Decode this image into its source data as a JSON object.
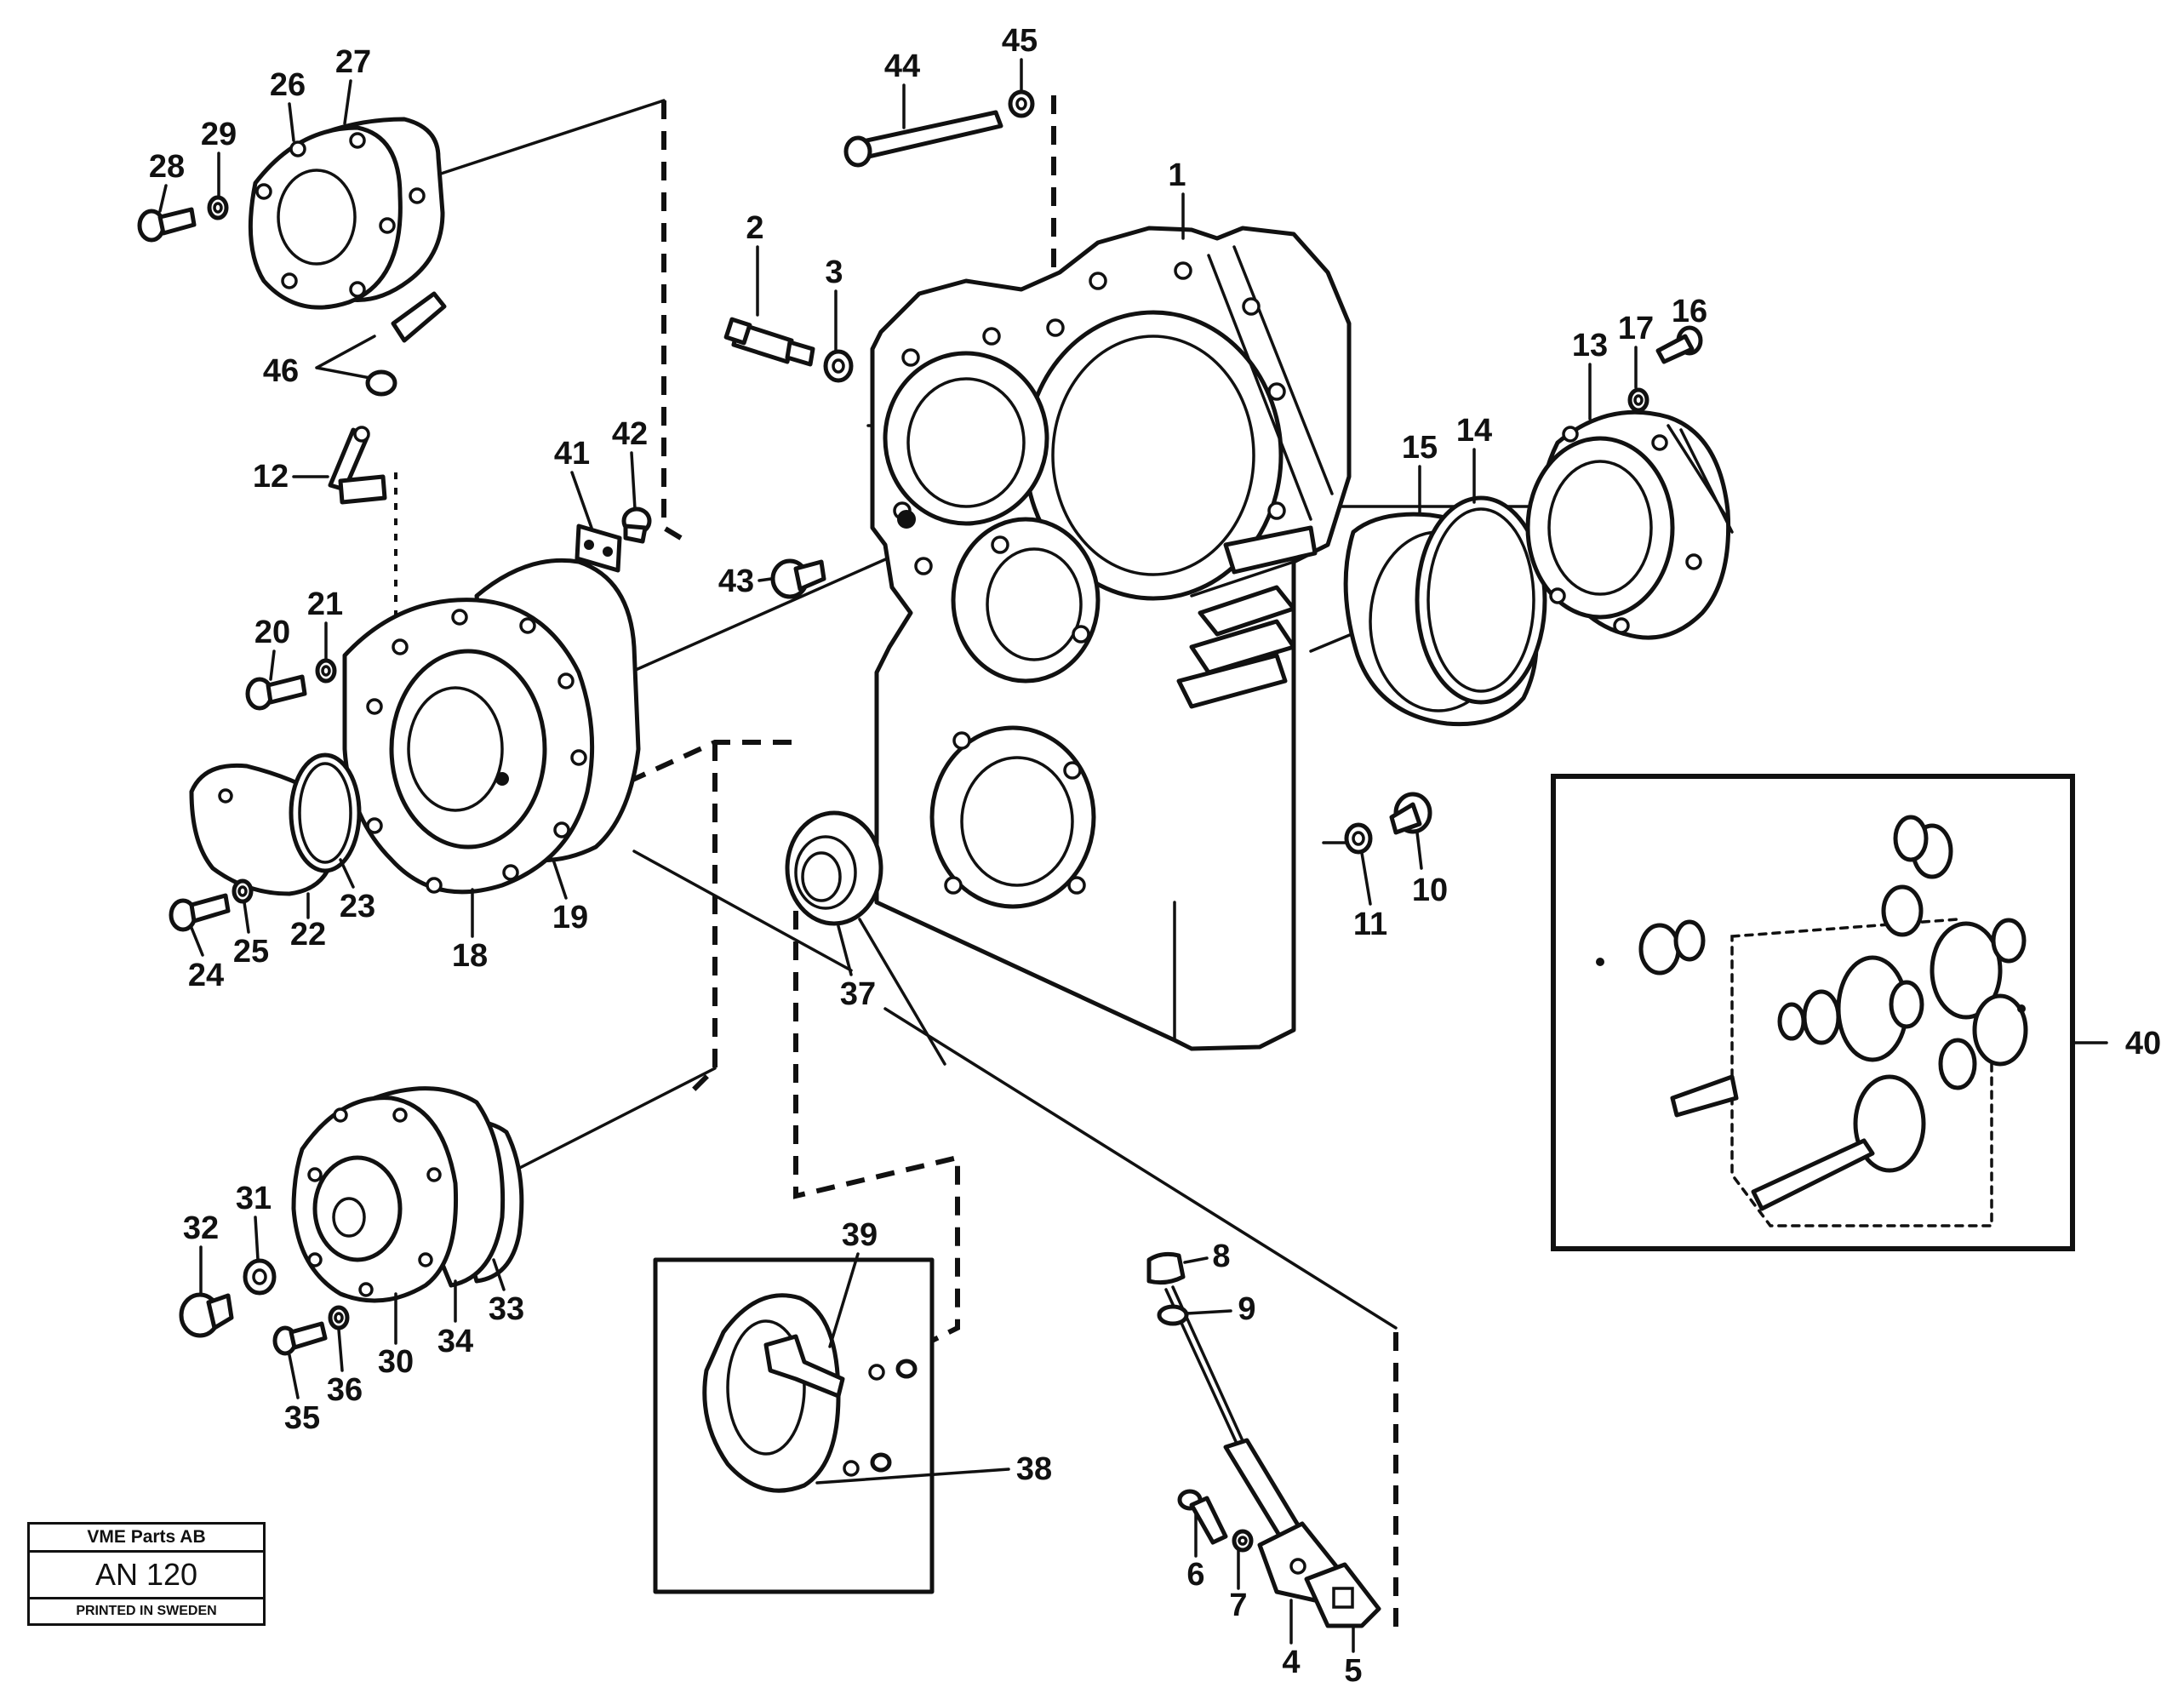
{
  "diagram": {
    "part_numbers": [
      "1",
      "2",
      "3",
      "4",
      "5",
      "6",
      "7",
      "8",
      "9",
      "10",
      "11",
      "12",
      "13",
      "14",
      "15",
      "16",
      "17",
      "18",
      "19",
      "20",
      "21",
      "22",
      "23",
      "24",
      "25",
      "26",
      "27",
      "28",
      "29",
      "30",
      "31",
      "32",
      "33",
      "34",
      "35",
      "36",
      "37",
      "38",
      "39",
      "40",
      "41",
      "42",
      "43",
      "44",
      "45",
      "46"
    ]
  },
  "stamp": {
    "company": "VME Parts AB",
    "code": "AN 120",
    "printed": "PRINTED IN SWEDEN"
  }
}
